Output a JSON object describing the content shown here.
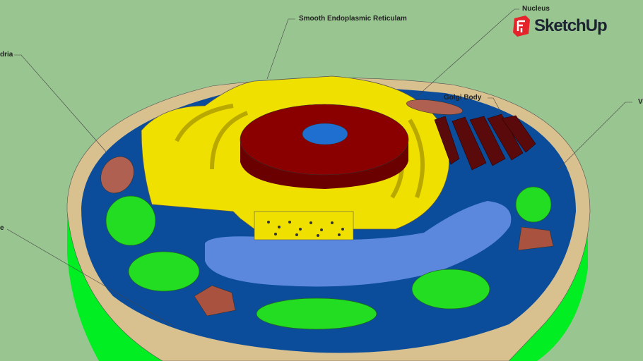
{
  "labels": {
    "smooth_er": "Smooth Endoplasmic Reticulam",
    "nucleus": "Nucleus",
    "golgi": "Golgi Body",
    "mitochondria_partial": "dria",
    "left_partial": "e",
    "right_partial": "V"
  },
  "logo": {
    "text": "SketchUp"
  },
  "colors": {
    "background": "#99c591",
    "cell_wall": "#00ee22",
    "membrane": "#d9c08f",
    "cytoplasm": "#0b4d9a",
    "er": "#f0e000",
    "nucleus": "#8a0000",
    "vacuole": "#5b88dd",
    "chloroplast": "#22dd22",
    "golgi": "#5a0a0a",
    "mitochondria": "#b06050"
  }
}
